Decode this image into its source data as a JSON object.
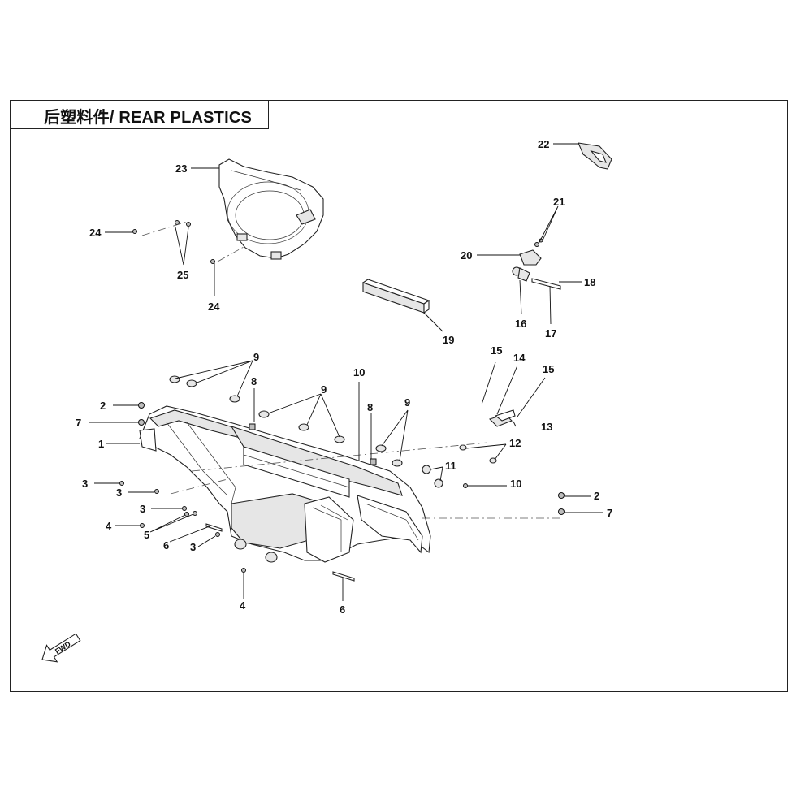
{
  "title": "后塑料件/ REAR PLASTICS",
  "fwd_label": "FWD",
  "callouts": [
    {
      "label": "22"
    },
    {
      "label": "23"
    },
    {
      "label": "24"
    },
    {
      "label": "25"
    },
    {
      "label": "24"
    },
    {
      "label": "21"
    },
    {
      "label": "20"
    },
    {
      "label": "18"
    },
    {
      "label": "16"
    },
    {
      "label": "17"
    },
    {
      "label": "19"
    },
    {
      "label": "9"
    },
    {
      "label": "8"
    },
    {
      "label": "9"
    },
    {
      "label": "10"
    },
    {
      "label": "8"
    },
    {
      "label": "9"
    },
    {
      "label": "15"
    },
    {
      "label": "14"
    },
    {
      "label": "15"
    },
    {
      "label": "2"
    },
    {
      "label": "7"
    },
    {
      "label": "1"
    },
    {
      "label": "13"
    },
    {
      "label": "12"
    },
    {
      "label": "11"
    },
    {
      "label": "10"
    },
    {
      "label": "3"
    },
    {
      "label": "3"
    },
    {
      "label": "3"
    },
    {
      "label": "4"
    },
    {
      "label": "5"
    },
    {
      "label": "6"
    },
    {
      "label": "3"
    },
    {
      "label": "2"
    },
    {
      "label": "7"
    },
    {
      "label": "4"
    },
    {
      "label": "6"
    }
  ],
  "colors": {
    "line": "#222222",
    "fill_light": "#e6e6e6",
    "fill_dark": "#bdbdbd"
  }
}
